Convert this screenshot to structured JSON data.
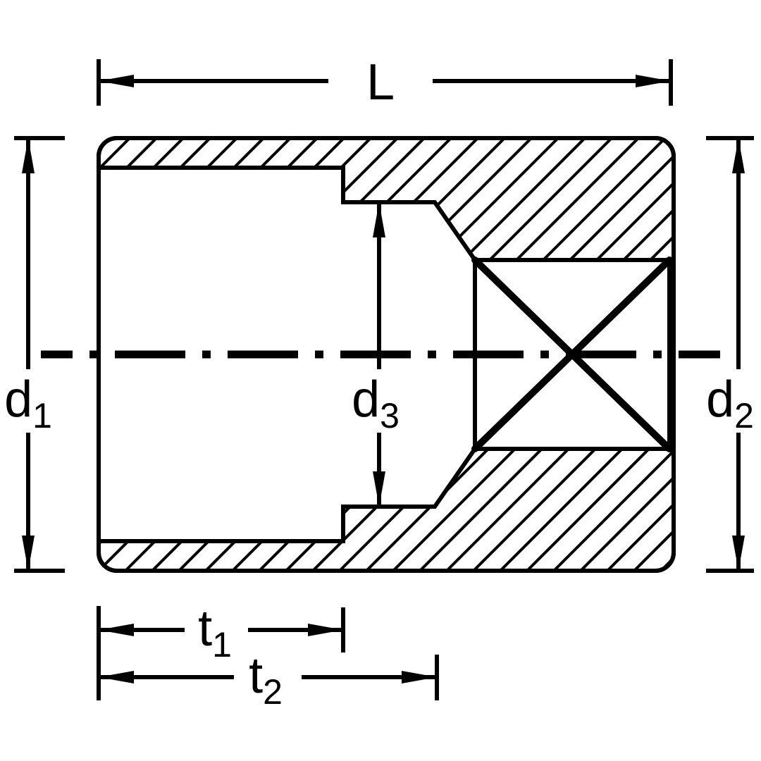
{
  "labels": {
    "L": {
      "main": "L",
      "sub": ""
    },
    "d1": {
      "main": "d",
      "sub": "1"
    },
    "d2": {
      "main": "d",
      "sub": "2"
    },
    "d3": {
      "main": "d",
      "sub": "3"
    },
    "t1": {
      "main": "t",
      "sub": "1"
    },
    "t2": {
      "main": "t",
      "sub": "2"
    }
  },
  "colors": {
    "line": "#000000",
    "background": "#ffffff"
  }
}
